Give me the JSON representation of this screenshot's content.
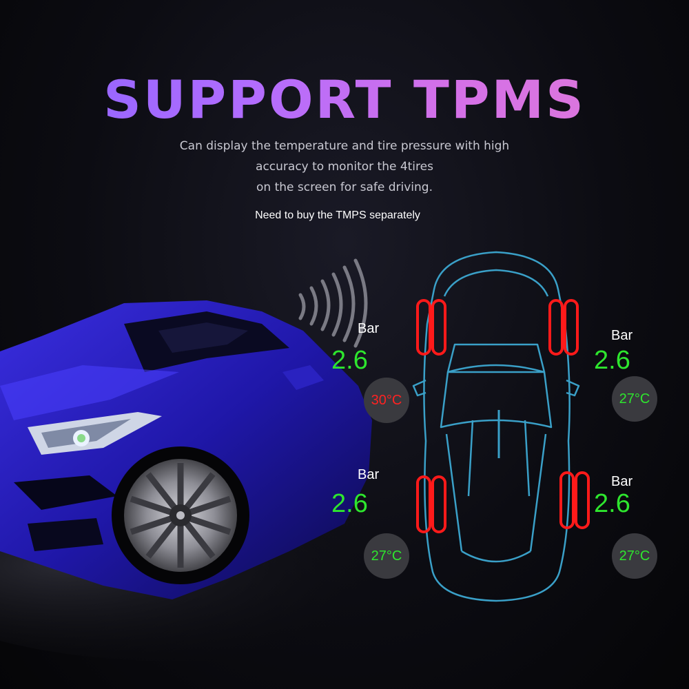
{
  "header": {
    "title": "SUPPORT TPMS",
    "subtitle_lines": [
      "Can display the temperature and tire pressure with high",
      "accuracy to monitor the 4tires",
      "on the screen for safe driving."
    ],
    "note": "Need to buy the TMPS separately"
  },
  "tires": {
    "front_left": {
      "unit": "Bar",
      "pressure": "2.6",
      "temperature": "30°C",
      "status": "warning"
    },
    "front_right": {
      "unit": "Bar",
      "pressure": "2.6",
      "temperature": "27°C",
      "status": "normal"
    },
    "rear_left": {
      "unit": "Bar",
      "pressure": "2.6",
      "temperature": "27°C",
      "status": "normal"
    },
    "rear_right": {
      "unit": "Bar",
      "pressure": "2.6",
      "temperature": "27°C",
      "status": "normal"
    }
  },
  "colors": {
    "pressure": "#2ee62e",
    "temp_warning": "#ff2222",
    "temp_normal": "#2ee62e",
    "car_outline": "#3aa0c8",
    "tire_highlight": "#ff1a1a",
    "title_gradient_start": "#8a63ff",
    "title_gradient_end": "#e07ad6"
  },
  "icons": {
    "signal_waves": "signal-waves-icon",
    "car_top_view": "car-outline-top-view"
  }
}
